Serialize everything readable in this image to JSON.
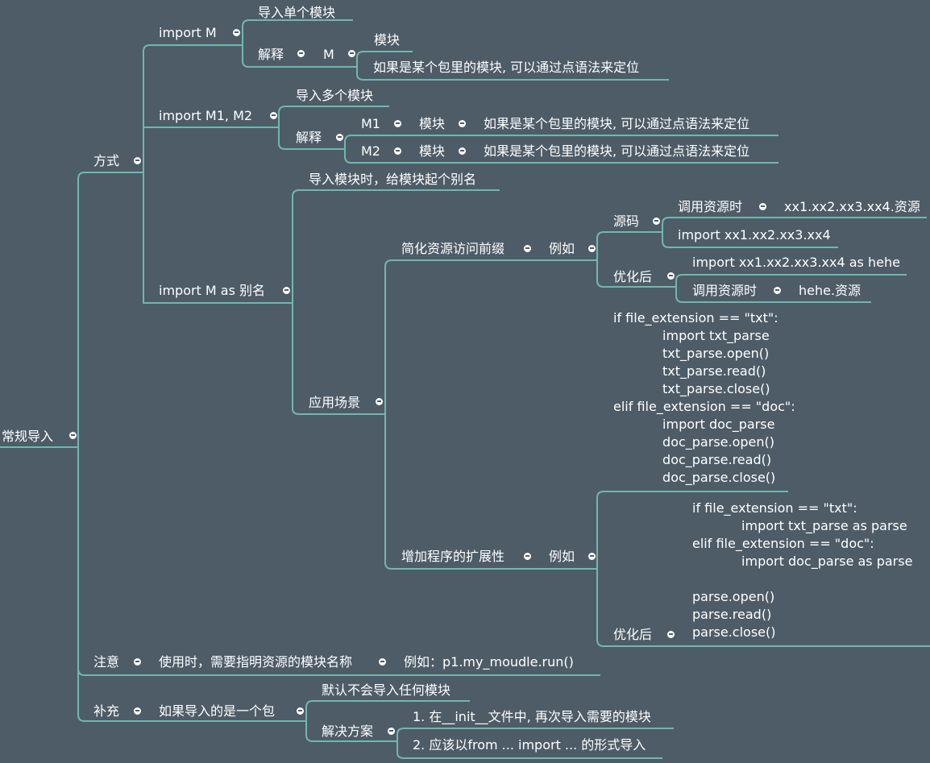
{
  "root": "常规导入",
  "fangshi": {
    "label": "方式",
    "import_m": {
      "label": "import M",
      "desc": "导入单个模块",
      "explain": "解释",
      "m": "M",
      "module": "模块",
      "note": "如果是某个包里的模块, 可以通过点语法来定位"
    },
    "import_m1m2": {
      "label": "import M1, M2",
      "desc": "导入多个模块",
      "explain": "解释",
      "m1": "M1",
      "m2": "M2",
      "module": "模块",
      "note": "如果是某个包里的模块, 可以通过点语法来定位"
    },
    "import_as": {
      "label": "import M as 别名",
      "desc": "导入模块时，给模块起个别名",
      "scenario": "应用场景",
      "simplify": {
        "label": "简化资源访问前缀",
        "example": "例如",
        "source": "源码",
        "call_res": "调用资源时",
        "source_path": "xx1.xx2.xx3.xx4.资源",
        "source_import": "import xx1.xx2.xx3.xx4",
        "optimized": "优化后",
        "opt_import": "import xx1.xx2.xx3.xx4 as hehe",
        "opt_call": "调用资源时",
        "opt_path": "hehe.资源"
      },
      "extend": {
        "label": "增加程序的扩展性",
        "example": "例如",
        "code_lines": [
          "if file_extension == \"txt\":",
          "            import txt_parse",
          "            txt_parse.open()",
          "            txt_parse.read()",
          "            txt_parse.close()",
          "elif file_extension == \"doc\":",
          "            import doc_parse",
          "            doc_parse.open()",
          "            doc_parse.read()",
          "            doc_parse.close()"
        ],
        "optimized": "优化后",
        "opt_lines": [
          "if file_extension == \"txt\":",
          "            import txt_parse as parse",
          "elif file_extension == \"doc\":",
          "            import doc_parse as parse",
          "",
          "parse.open()",
          "parse.read()",
          "parse.close()"
        ]
      }
    }
  },
  "notice": {
    "label": "注意",
    "text": "使用时，需要指明资源的模块名称",
    "example": "例如：p1.my_moudle.run()"
  },
  "supplement": {
    "label": "补充",
    "case": "如果导入的是一个包",
    "default": "默认不会导入任何模块",
    "solution": "解决方案",
    "sol1": "1. 在__init__文件中, 再次导入需要的模块",
    "sol2": "2. 应该以from ... import ... 的形式导入"
  }
}
